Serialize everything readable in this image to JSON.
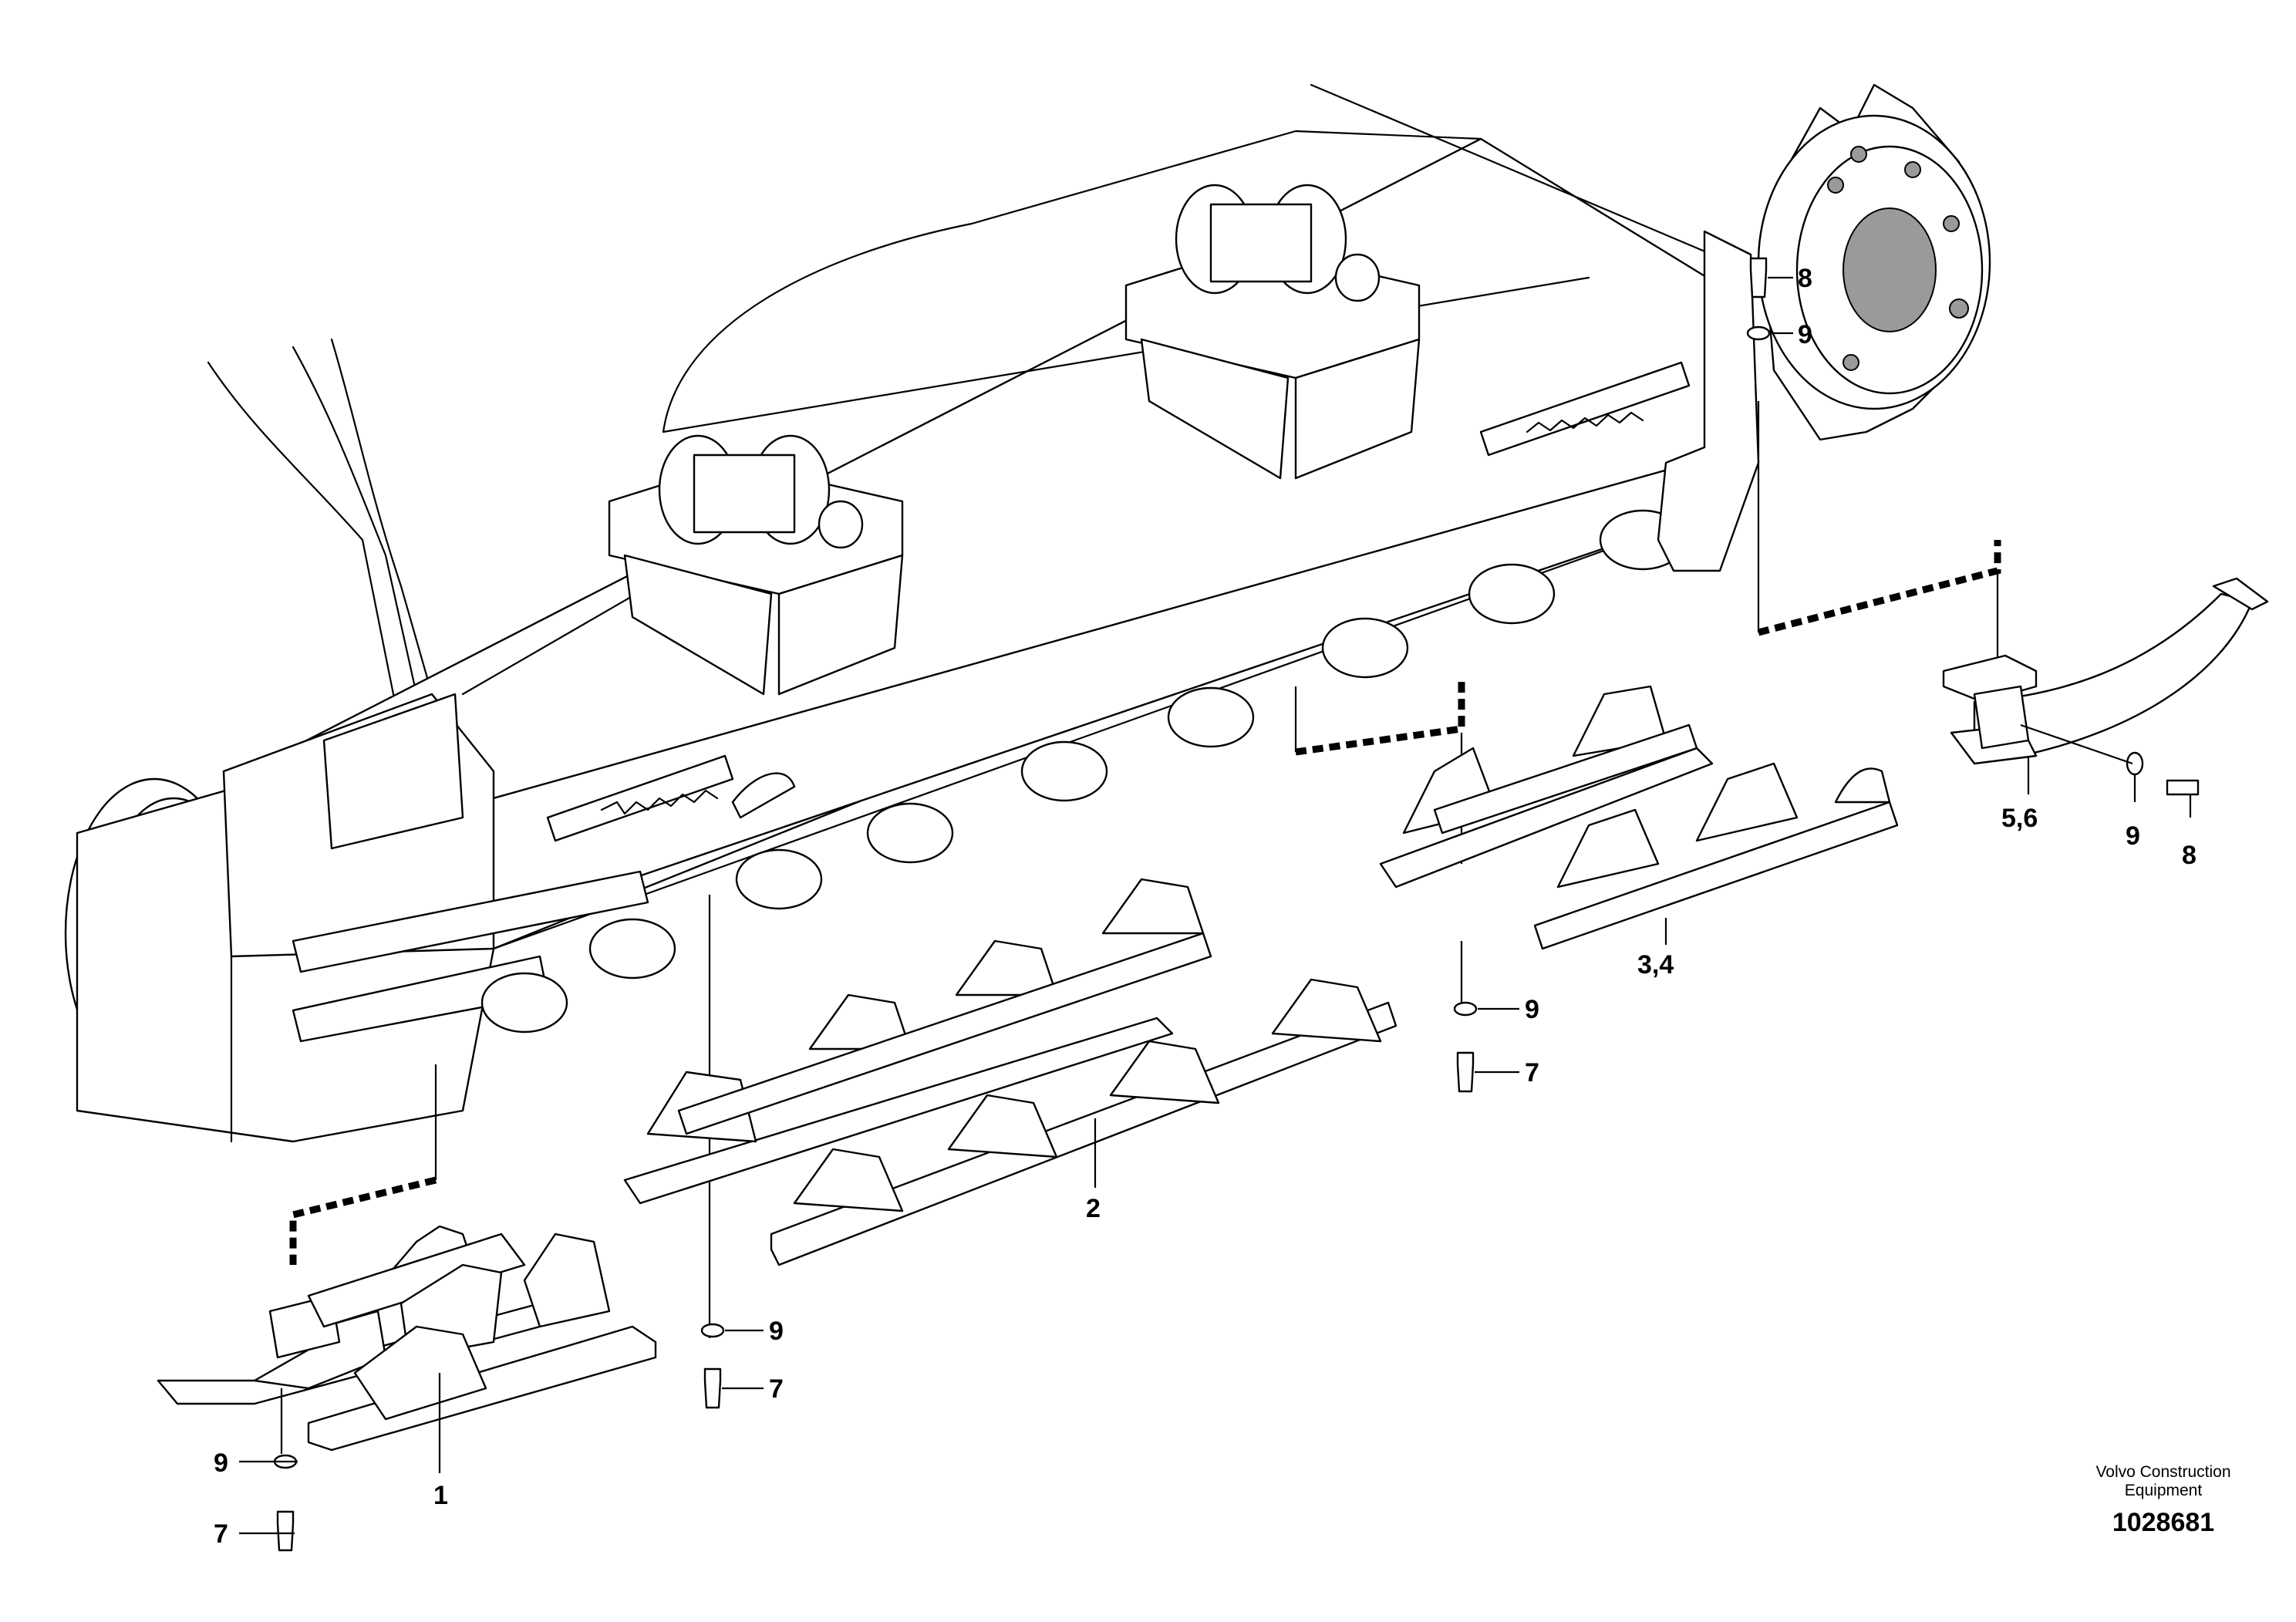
{
  "labels": {
    "part_1": "1",
    "part_2": "2",
    "part_3_4": "3,4",
    "part_5_6": "5,6",
    "screw_a": "7",
    "screw_b": "7",
    "screw_c": "7",
    "screw_d": "8",
    "screw_e": "8",
    "washer_a": "9",
    "washer_b": "9",
    "washer_c": "9",
    "washer_d": "9",
    "washer_e": "9"
  },
  "footer": {
    "brand_line1": "Volvo Construction",
    "brand_line2": "Equipment",
    "drawing_number": "1028681"
  }
}
